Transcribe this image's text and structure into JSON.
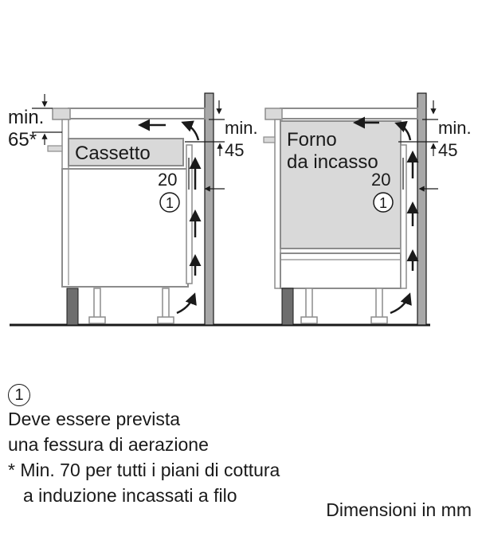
{
  "labels": {
    "drawer": "Cassetto",
    "oven_line1": "Forno",
    "oven_line2": "da incasso",
    "min": "min.",
    "min_65": "65*",
    "dim_45": "45",
    "dim_20": "20",
    "callout": "1"
  },
  "legend": {
    "callout": "1",
    "line1": "Deve essere prevista",
    "line2": "una fessura di aerazione",
    "footnote1": "* Min. 70 per tutti i piani di cottura",
    "footnote2": "a induzione incassati a filo",
    "units": "Dimensioni in mm"
  },
  "colors": {
    "ink": "#1a1a1a",
    "wall": "#a8a8a8",
    "panel": "#d9d9d9",
    "cabinet_line": "#8c8c8c",
    "foot": "#6e6e6e"
  }
}
